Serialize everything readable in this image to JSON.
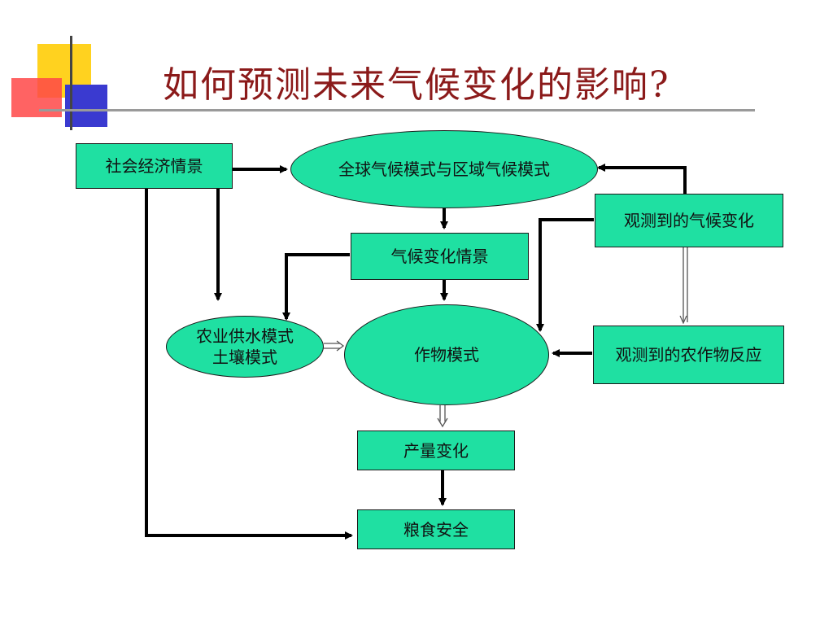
{
  "title": "如何预测未来气候变化的影响?",
  "colors": {
    "node_fill": "#1fe0a2",
    "title": "#8b1a1a",
    "deco_yellow": "#ffd21f",
    "deco_red": "#ff4040",
    "deco_blue": "#3a3ad0"
  },
  "nodes": {
    "socio": "社会经济情景",
    "gcm": "全球气候模式与区域气候模式",
    "obs_climate": "观测到的气候变化",
    "scenario": "气候变化情景",
    "agri_line1": "农业供水模式",
    "agri_line2": "土壤模式",
    "crop": "作物模式",
    "obs_crop": "观测到的农作物反应",
    "yield": "产量变化",
    "food": "粮食安全"
  }
}
